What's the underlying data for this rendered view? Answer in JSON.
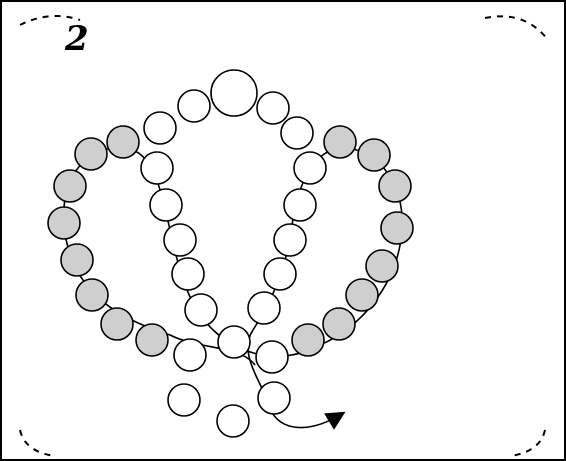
{
  "step": {
    "number": "2"
  },
  "colors": {
    "frame": "#000000",
    "bead_stroke": "#000000",
    "bead_plain_fill": "#ffffff",
    "bead_shaded_fill": "#cfcfcf",
    "thread": "#000000"
  },
  "diagram": {
    "subject": "beading pattern",
    "bead_fill_types": [
      "plain",
      "shaded"
    ],
    "thread_end": "arrow"
  }
}
